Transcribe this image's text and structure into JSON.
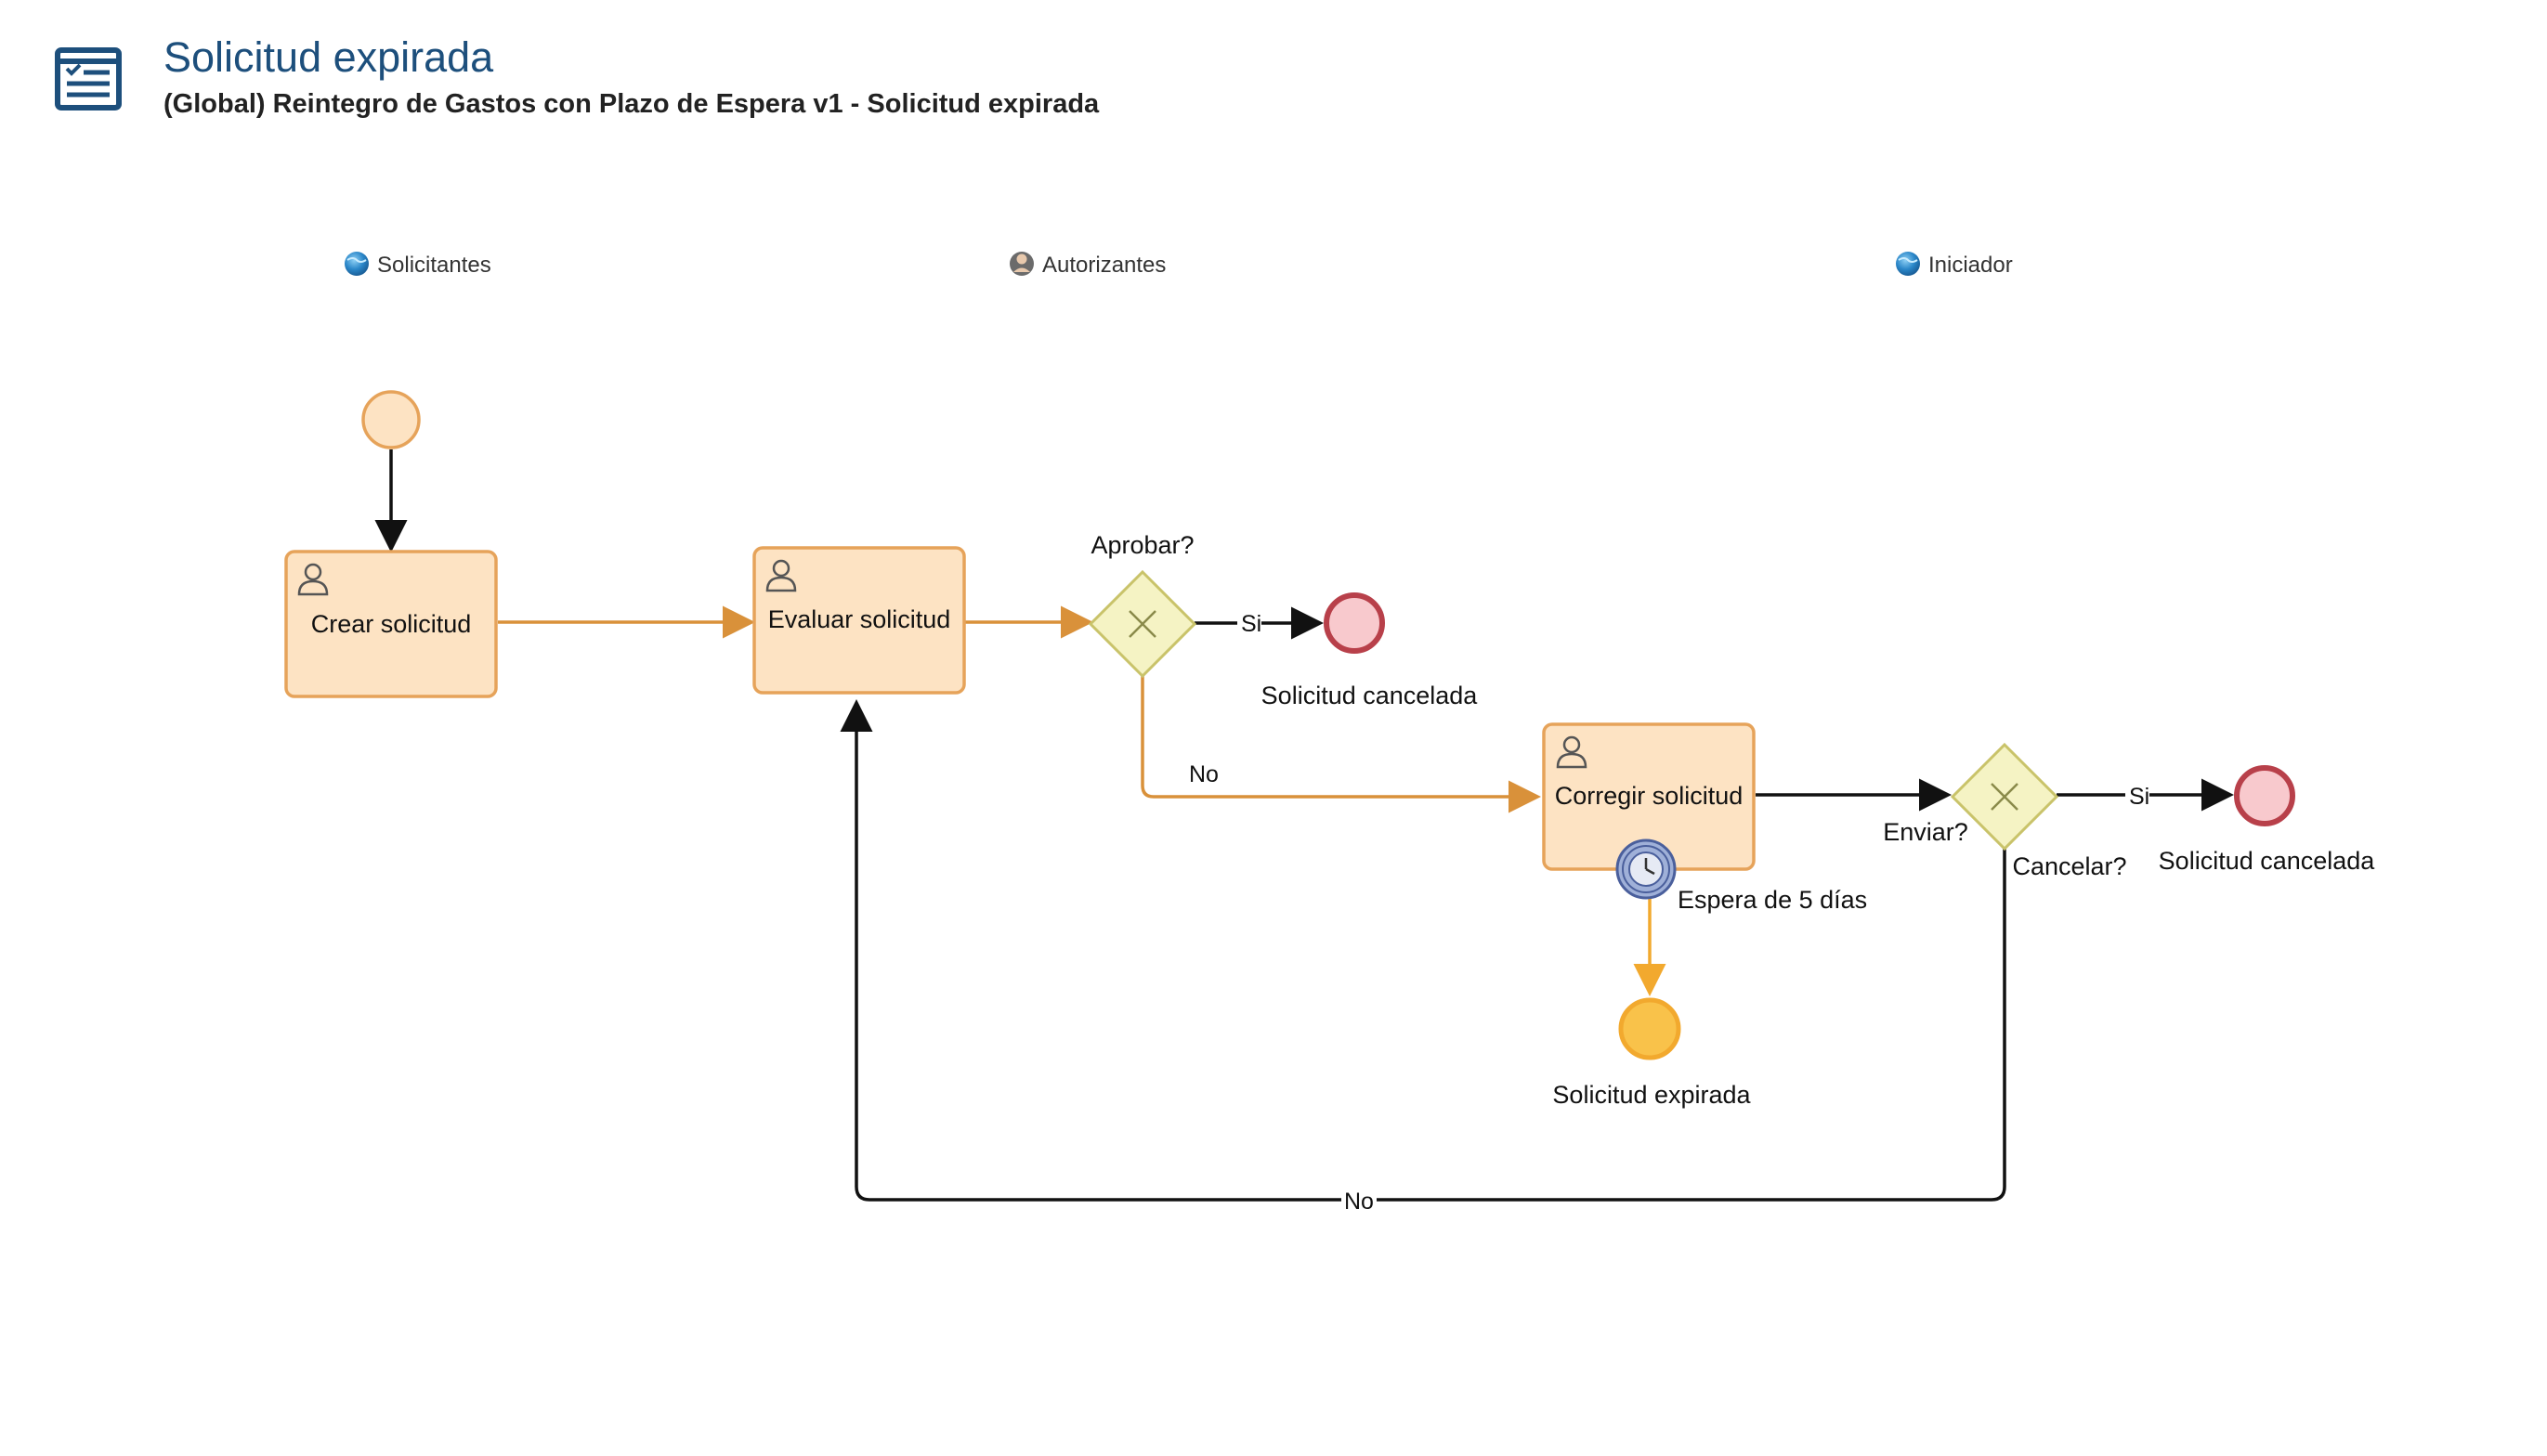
{
  "header": {
    "title": "Solicitud expirada",
    "subtitle": "(Global) Reintegro de Gastos con Plazo de Espera v1 - Solicitud expirada",
    "icon": "form-list-icon"
  },
  "lanes": [
    {
      "label": "Solicitantes",
      "icon": "group-globe-icon"
    },
    {
      "label": "Autorizantes",
      "icon": "user-avatar-icon"
    },
    {
      "label": "Iniciador",
      "icon": "group-globe-icon"
    }
  ],
  "tasks": {
    "crear": "Crear solicitud",
    "evaluar": "Evaluar solicitud",
    "corregir": "Corregir solicitud"
  },
  "gateways": {
    "aprobar": "Aprobar?",
    "enviar": "Enviar?",
    "cancelar": "Cancelar?"
  },
  "events": {
    "end_cancel_1": "Solicitud cancelada",
    "end_cancel_2": "Solicitud cancelada",
    "end_expired": "Solicitud expirada",
    "timer": "Espera de 5 días"
  },
  "flows": {
    "aprobar_si": "Si",
    "aprobar_no": "No",
    "cancelar_si": "Si",
    "cancelar_no": "No"
  },
  "colors": {
    "title": "#1d4f7c",
    "task_fill": "#fde3c3",
    "task_stroke": "#e6a35a",
    "active_flow": "#d9913a",
    "flow": "#111111",
    "gateway_fill": "#f5f3c4",
    "gateway_stroke": "#c9c36a",
    "end_fill": "#f8c9cd",
    "end_stroke": "#b8404a",
    "start_fill": "#fde3c3",
    "expired_fill": "#f9c24a",
    "timer_fill": "#9fb0d8"
  }
}
